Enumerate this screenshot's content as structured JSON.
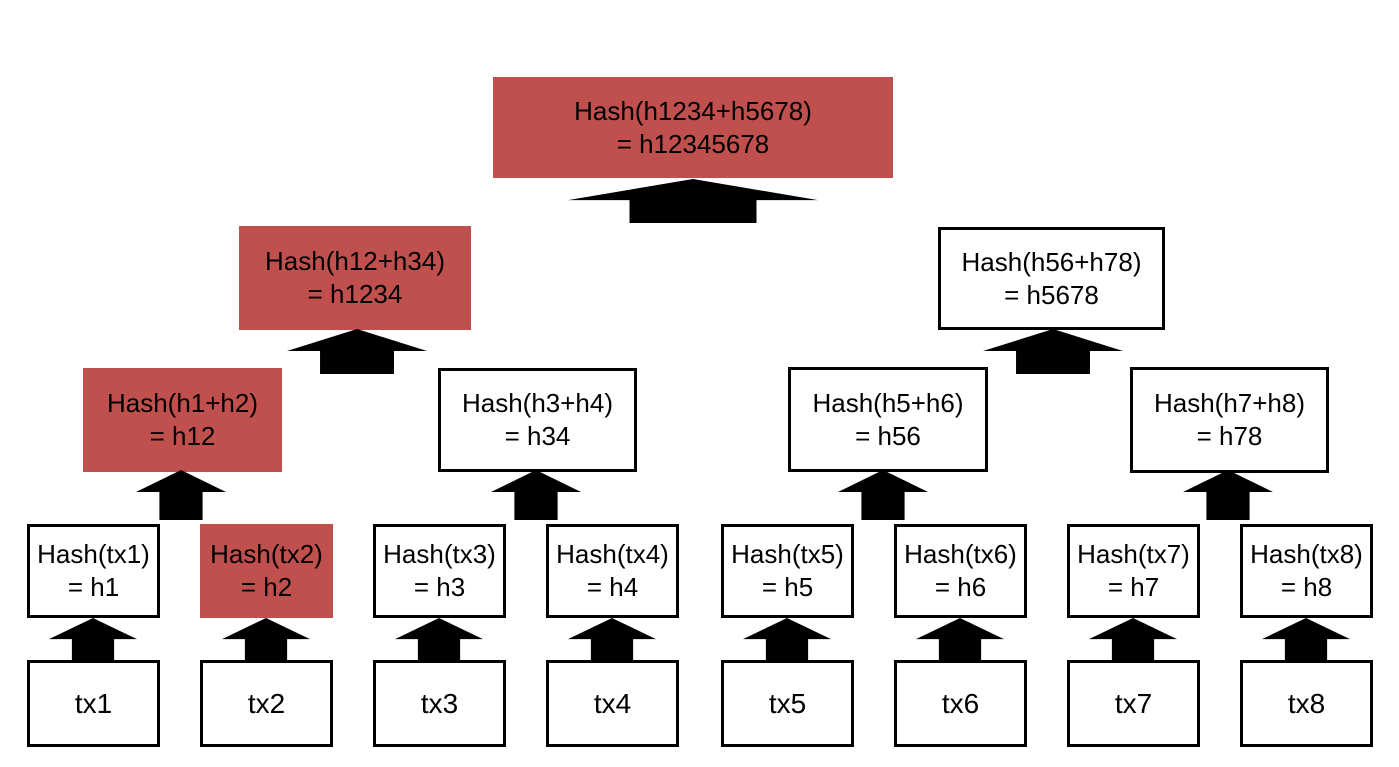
{
  "colors": {
    "highlight": "#c0504d",
    "node_fill": "#ffffff",
    "node_border": "#000000",
    "arrow": "#000000",
    "text": "#000000",
    "background": "#ffffff"
  },
  "diagram": {
    "type": "merkle-tree",
    "root": {
      "line1": "Hash(h1234+h5678)",
      "line2": "= h12345678",
      "highlighted": true
    },
    "level2": [
      {
        "line1": "Hash(h12+h34)",
        "line2": "= h1234",
        "highlighted": true
      },
      {
        "line1": "Hash(h56+h78)",
        "line2": "= h5678",
        "highlighted": false
      }
    ],
    "level3": [
      {
        "line1": "Hash(h1+h2)",
        "line2": "= h12",
        "highlighted": true
      },
      {
        "line1": "Hash(h3+h4)",
        "line2": "= h34",
        "highlighted": false
      },
      {
        "line1": "Hash(h5+h6)",
        "line2": "= h56",
        "highlighted": false
      },
      {
        "line1": "Hash(h7+h8)",
        "line2": "= h78",
        "highlighted": false
      }
    ],
    "level4": [
      {
        "line1": "Hash(tx1)",
        "line2": "= h1",
        "highlighted": false
      },
      {
        "line1": "Hash(tx2)",
        "line2": "= h2",
        "highlighted": true
      },
      {
        "line1": "Hash(tx3)",
        "line2": "= h3",
        "highlighted": false
      },
      {
        "line1": "Hash(tx4)",
        "line2": "= h4",
        "highlighted": false
      },
      {
        "line1": "Hash(tx5)",
        "line2": "= h5",
        "highlighted": false
      },
      {
        "line1": "Hash(tx6)",
        "line2": "= h6",
        "highlighted": false
      },
      {
        "line1": "Hash(tx7)",
        "line2": "= h7",
        "highlighted": false
      },
      {
        "line1": "Hash(tx8)",
        "line2": "= h8",
        "highlighted": false
      }
    ],
    "leaves": [
      "tx1",
      "tx2",
      "tx3",
      "tx4",
      "tx5",
      "tx6",
      "tx7",
      "tx8"
    ]
  }
}
